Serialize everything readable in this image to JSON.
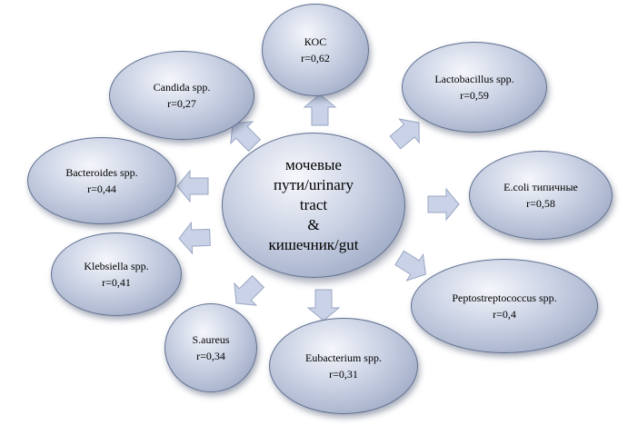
{
  "center": {
    "line1": "мочевые",
    "line2": "пути/urinary",
    "line3": "tract",
    "line4": "&",
    "line5": "кишечник/gut"
  },
  "nodes": [
    {
      "id": "kos",
      "label": "КОС",
      "value": "r=0,62"
    },
    {
      "id": "lactobacillus",
      "label": "Lactobacillus spp.",
      "value": "r=0,59"
    },
    {
      "id": "ecoli",
      "label": "E.coli типичные",
      "value": "r=0,58"
    },
    {
      "id": "peptostreptococcus",
      "label": "Peptostreptococcus spp.",
      "value": "r=0,4"
    },
    {
      "id": "eubacterium",
      "label": "Eubacterium spp.",
      "value": "r=0,31"
    },
    {
      "id": "saureus",
      "label": "S.aureus",
      "value": "r=0,34"
    },
    {
      "id": "klebsiella",
      "label": "Klebsiella spp.",
      "value": "r=0,41"
    },
    {
      "id": "bacteroides",
      "label": "Bacteroides spp.",
      "value": "r=0,44"
    },
    {
      "id": "candida",
      "label": "Candida spp.",
      "value": "r=0,27"
    }
  ],
  "colors": {
    "arrow_fill": "#c9d2e6",
    "arrow_stroke": "#9aa7c4"
  }
}
